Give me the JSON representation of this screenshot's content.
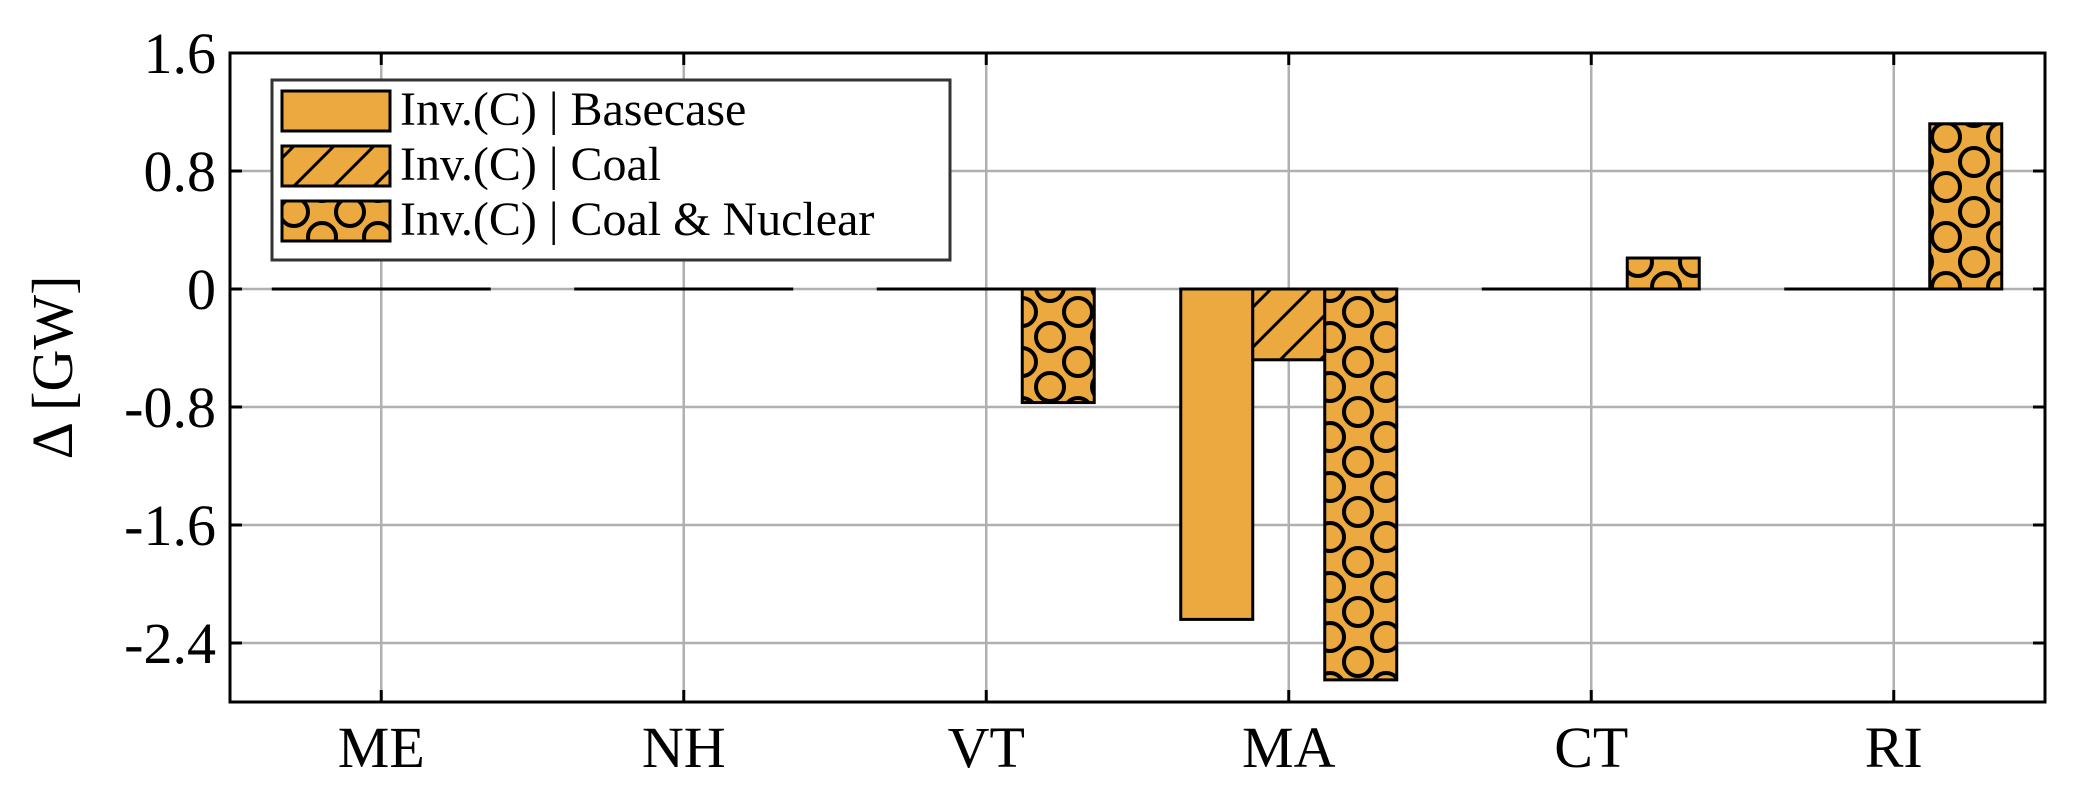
{
  "chart_data": {
    "type": "bar",
    "categories": [
      "ME",
      "NH",
      "VT",
      "MA",
      "CT",
      "RI"
    ],
    "series": [
      {
        "name": "Inv.(C) | Basecase",
        "pattern": "solid",
        "values": [
          0,
          0,
          0,
          -2.24,
          0,
          0
        ]
      },
      {
        "name": "Inv.(C) | Coal",
        "pattern": "hatch",
        "values": [
          0,
          0,
          0,
          -0.48,
          0,
          0
        ]
      },
      {
        "name": "Inv.(C) | Coal & Nuclear",
        "pattern": "circles",
        "values": [
          0,
          0,
          -0.77,
          -2.65,
          0.21,
          1.12
        ]
      }
    ],
    "ylabel": "Δ [GW]",
    "xlabel": "",
    "title": "",
    "ylim": [
      -2.8,
      1.6
    ],
    "yticks": [
      1.6,
      0.8,
      0,
      -0.8,
      -1.6,
      -2.4
    ],
    "ytick_labels": [
      "1.6",
      "0.8",
      "0",
      "-0.8",
      "-1.6",
      "-2.4"
    ],
    "grid": true,
    "legend_position": "top-left",
    "colors": {
      "bar_fill": "#EBA93F",
      "edge": "#000000",
      "grid": "#b0b0b0"
    }
  }
}
